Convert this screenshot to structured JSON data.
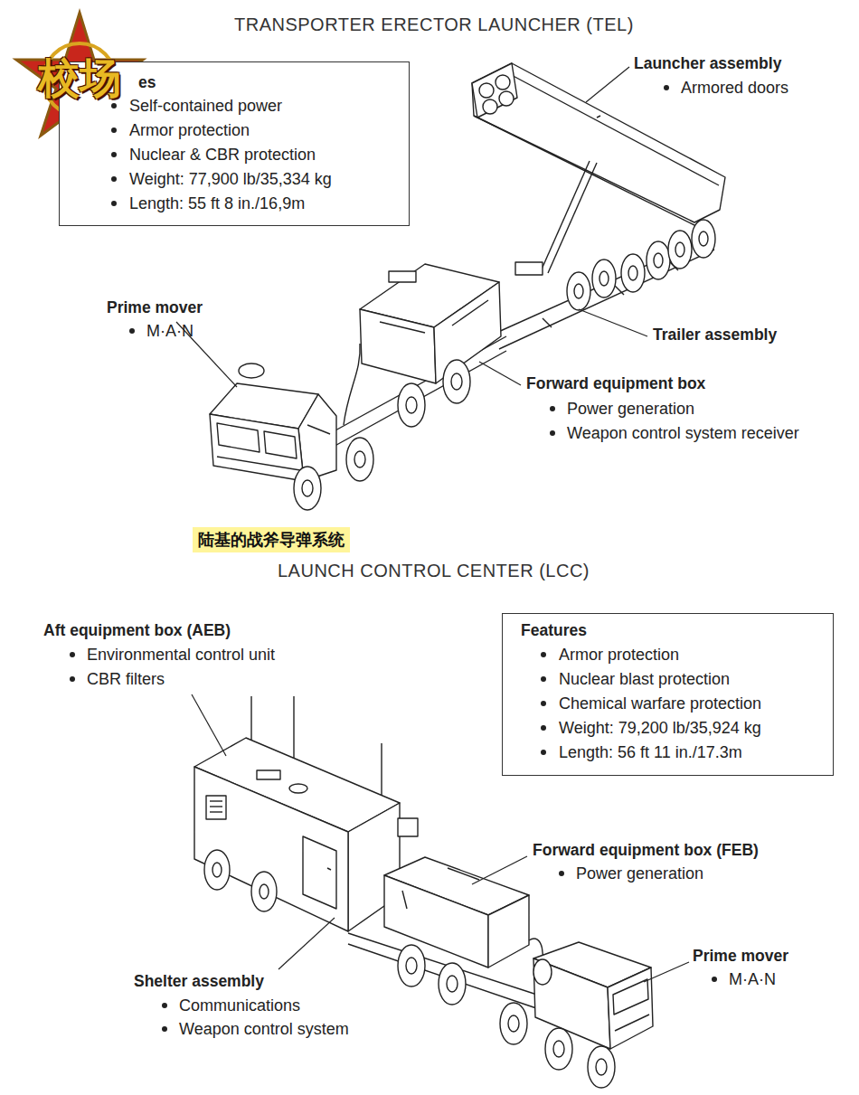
{
  "diagram": {
    "title": "TRANSPORTER ERECTOR LAUNCHER (TEL)",
    "nodes": [
      {
        "text": [
          "es",
          "Self-contained power",
          "Armor protection",
          "Nuclear & CBR protection",
          "Weight: 77,900 lb/35,334 kg",
          "Length: 55 ft 8 in./16,9m"
        ]
      },
      {
        "text": [
          "陆基的战斧导弹系统"
        ]
      },
      {
        "text": [
          "Features",
          "Armor protection",
          "Nuclear blast protection",
          "Chemical warfare protection",
          "Weight: 79,200 lb/35,924 kg",
          "Length: 56 ft 11 in./17.3m"
        ]
      }
    ],
    "labels": [
      "校场",
      "Launcher assembly",
      "Armored doors",
      "Prime mover",
      "M·A·N",
      "Trailer assembly",
      "Forward equipment box",
      "Power generation",
      "Weapon control system receiver",
      "LAUNCH CONTROL CENTER (LCC)",
      "Aft equipment box (AEB)",
      "Environmental control unit",
      "CBR filters",
      "Forward equipment box (FEB)",
      "Power generation",
      "Prime mover",
      "M·A·N",
      "Shelter assembly",
      "Communications",
      "Weapon control system"
    ]
  }
}
